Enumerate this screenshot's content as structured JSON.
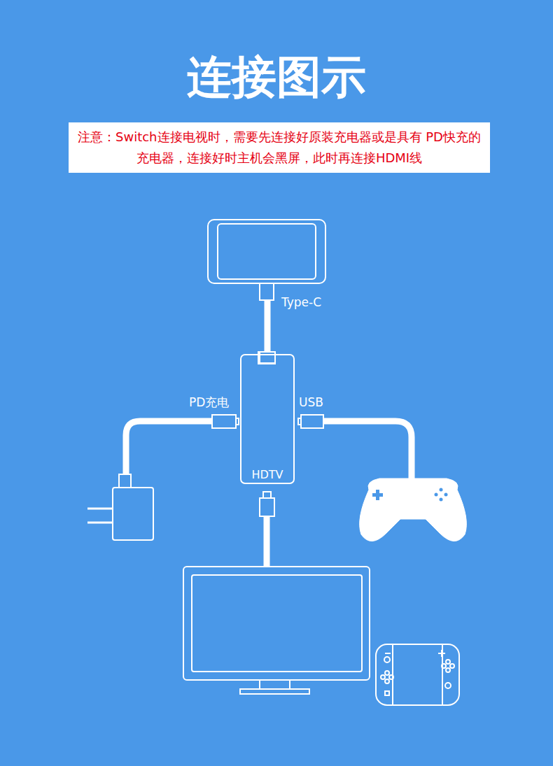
{
  "diagram": {
    "title": "连接图示",
    "nodes": [
      {
        "text": [
          "注意：Switch连接电视时，需要先连接好原装充电器或是具有 PD快充的充电器，连接好时主机会黑屏，此时再连接HDMI线"
        ]
      },
      {
        "text": [
          "HDTV"
        ]
      }
    ],
    "labels": [
      "Type-C",
      "PD充电",
      "USB"
    ]
  }
}
